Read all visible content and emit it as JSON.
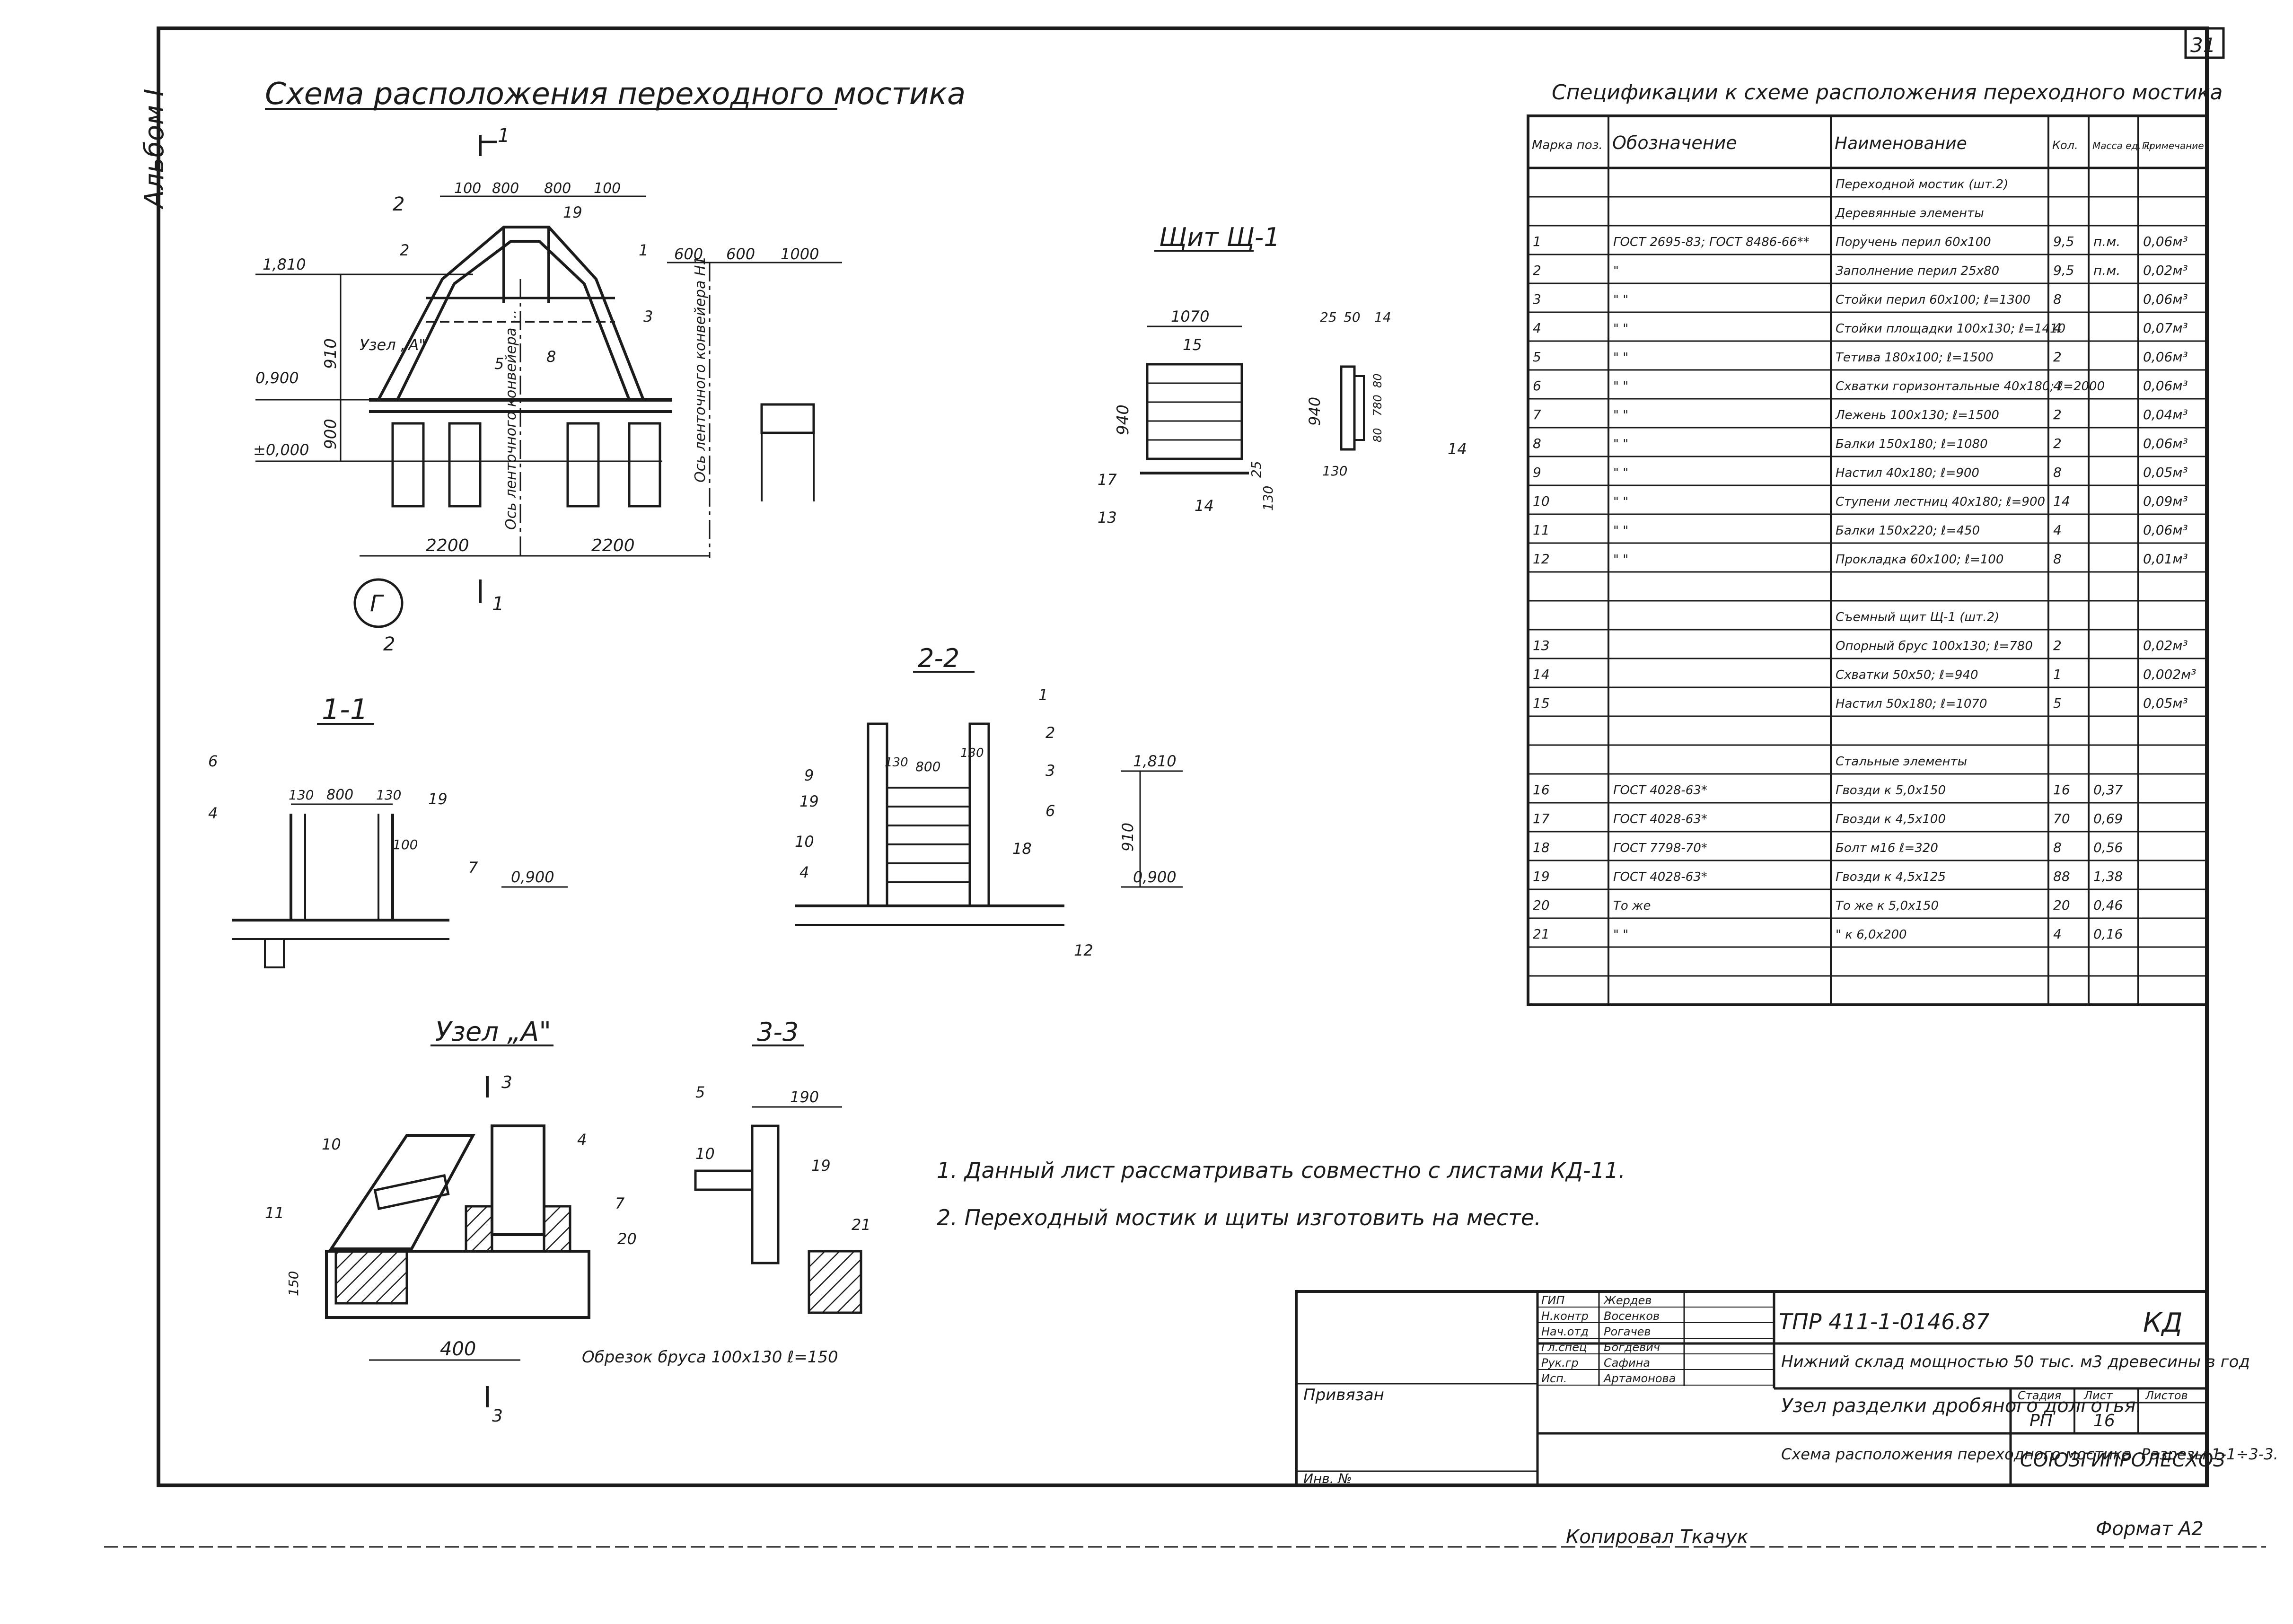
{
  "sheet": {
    "page_number": "31",
    "side_label": "Альбом I",
    "copied_by": "Копировал Ткачук",
    "format": "Формат А2"
  },
  "main_view": {
    "title": "Схема расположения переходного мостика",
    "cut_labels": [
      "1",
      "1",
      "2",
      "2"
    ],
    "top_dims": [
      "100",
      "800",
      "800",
      "100"
    ],
    "right_dims": [
      "600",
      "600",
      "1000"
    ],
    "level_labels": [
      "1,810",
      "0,900",
      "±0,000"
    ],
    "vertical_dims": [
      "910",
      "900"
    ],
    "bottom_dims": [
      "2200",
      "2200"
    ],
    "callouts": [
      "2",
      "19",
      "1",
      "3",
      "5",
      "8"
    ],
    "node_label": "Узел „А\"",
    "axis_left": "Ось ленточного конвейера ...",
    "axis_right": "Ось ленточного конвейера Н1",
    "axis_marker": "Г"
  },
  "panel_view": {
    "title": "Щит Щ-1",
    "dims": [
      "1070",
      "15",
      "940",
      "25",
      "130",
      "17",
      "13",
      "14"
    ],
    "side_dims": [
      "25",
      "50",
      "14",
      "940",
      "80",
      "780",
      "80",
      "130",
      "14"
    ]
  },
  "section_1_1": {
    "title": "1-1",
    "dims": [
      "130",
      "800",
      "130",
      "100"
    ],
    "callouts": [
      "6",
      "4",
      "19",
      "7"
    ],
    "level": "0,900"
  },
  "section_2_2": {
    "title": "2-2",
    "dims": [
      "130",
      "800",
      "130"
    ],
    "callouts": [
      "1",
      "2",
      "3",
      "9",
      "19",
      "10",
      "4",
      "6",
      "18",
      "12"
    ],
    "levels": [
      "1,810",
      "910",
      "0,900"
    ]
  },
  "node_a": {
    "title": "Узел „А\"",
    "callouts": [
      "10",
      "4",
      "11",
      "7",
      "20"
    ],
    "dims": [
      "150",
      "400"
    ],
    "cut": "3",
    "note": "Обрезок бруса 100x130 ℓ=150"
  },
  "section_3_3": {
    "title": "3-3",
    "dims": [
      "190"
    ],
    "callouts": [
      "5",
      "10",
      "19",
      "21"
    ]
  },
  "notes": [
    "1. Данный лист рассматривать совместно с листами КД-11.",
    "2. Переходный мостик и щиты изготовить на месте."
  ],
  "spec": {
    "title": "Спецификации к схеме расположения переходного мостика",
    "headers": [
      "Марка поз.",
      "Обозначение",
      "Наименование",
      "Кол.",
      "Масса ед. кг",
      "Примечание"
    ],
    "rows": [
      [
        "",
        "",
        "Переходной мостик (шт.2)",
        "",
        "",
        ""
      ],
      [
        "",
        "",
        "Деревянные элементы",
        "",
        "",
        ""
      ],
      [
        "1",
        "ГОСТ 2695-83; ГОСТ 8486-66**",
        "Поручень перил 60x100",
        "9,5",
        "п.м.",
        "0,06м³"
      ],
      [
        "2",
        "\"",
        "Заполнение перил 25x80",
        "9,5",
        "п.м.",
        "0,02м³"
      ],
      [
        "3",
        "\"  \"",
        "Стойки перил 60x100; ℓ=1300",
        "8",
        "",
        "0,06м³"
      ],
      [
        "4",
        "\"  \"",
        "Стойки площадки 100x130; ℓ=1410",
        "4",
        "",
        "0,07м³"
      ],
      [
        "5",
        "\"  \"",
        "Тетива 180x100; ℓ=1500",
        "2",
        "",
        "0,06м³"
      ],
      [
        "6",
        "\"  \"",
        "Схватки горизонтальные 40x180; ℓ=2000",
        "4",
        "",
        "0,06м³"
      ],
      [
        "7",
        "\"  \"",
        "Лежень 100x130; ℓ=1500",
        "2",
        "",
        "0,04м³"
      ],
      [
        "8",
        "\"  \"",
        "Балки 150x180; ℓ=1080",
        "2",
        "",
        "0,06м³"
      ],
      [
        "9",
        "\"  \"",
        "Настил 40x180; ℓ=900",
        "8",
        "",
        "0,05м³"
      ],
      [
        "10",
        "\"  \"",
        "Ступени лестниц 40x180; ℓ=900",
        "14",
        "",
        "0,09м³"
      ],
      [
        "11",
        "\"  \"",
        "Балки 150x220; ℓ=450",
        "4",
        "",
        "0,06м³"
      ],
      [
        "12",
        "\"  \"",
        "Прокладка 60x100; ℓ=100",
        "8",
        "",
        "0,01м³"
      ],
      [
        "",
        "",
        "",
        "",
        "",
        ""
      ],
      [
        "",
        "",
        "Съемный щит Щ-1 (шт.2)",
        "",
        "",
        ""
      ],
      [
        "13",
        "",
        "Опорный брус 100x130; ℓ=780",
        "2",
        "",
        "0,02м³"
      ],
      [
        "14",
        "",
        "Схватки 50x50; ℓ=940",
        "1",
        "",
        "0,002м³"
      ],
      [
        "15",
        "",
        "Настил 50x180; ℓ=1070",
        "5",
        "",
        "0,05м³"
      ],
      [
        "",
        "",
        "",
        "",
        "",
        ""
      ],
      [
        "",
        "",
        "Стальные элементы",
        "",
        "",
        ""
      ],
      [
        "16",
        "ГОСТ 4028-63*",
        "Гвозди к 5,0x150",
        "16",
        "0,37",
        ""
      ],
      [
        "17",
        "ГОСТ 4028-63*",
        "Гвозди к 4,5x100",
        "70",
        "0,69",
        ""
      ],
      [
        "18",
        "ГОСТ 7798-70*",
        "Болт м16 ℓ=320",
        "8",
        "0,56",
        ""
      ],
      [
        "19",
        "ГОСТ 4028-63*",
        "Гвозди к 4,5x125",
        "88",
        "1,38",
        ""
      ],
      [
        "20",
        "То же",
        "То же к 5,0x150",
        "20",
        "0,46",
        ""
      ],
      [
        "21",
        "\"  \"",
        "\"  к 6,0x200",
        "4",
        "0,16",
        ""
      ],
      [
        "",
        "",
        "",
        "",
        "",
        ""
      ],
      [
        "",
        "",
        "",
        "",
        "",
        ""
      ]
    ]
  },
  "title_block": {
    "doc_code": "ТПР 411-1-0146.87",
    "section_code": "КД",
    "project": "Нижний склад мощностью 50 тыс. м3 древесины в год",
    "object": "Узел разделки дробяного долготья.",
    "sheet_name": "Схема расположения переходного мостика. Разрезы 1-1÷3-3.",
    "stage_header": "Стадия",
    "sheet_header": "Лист",
    "sheets_header": "Листов",
    "stage": "РП",
    "sheet_no": "16",
    "sheets_total": "",
    "org": "СОЮЗГИПРОЛЕСХОЗ",
    "roles": [
      "ГИП",
      "Н.контр",
      "Нач.отд",
      "Гл.спец",
      "Рук.гр",
      "Исп."
    ],
    "names": [
      "Жердев",
      "Восенков",
      "Рогачев",
      "Богдевич",
      "Сафина",
      "Артамонова"
    ],
    "binding": "Привязан",
    "inv": "Инв. №"
  }
}
